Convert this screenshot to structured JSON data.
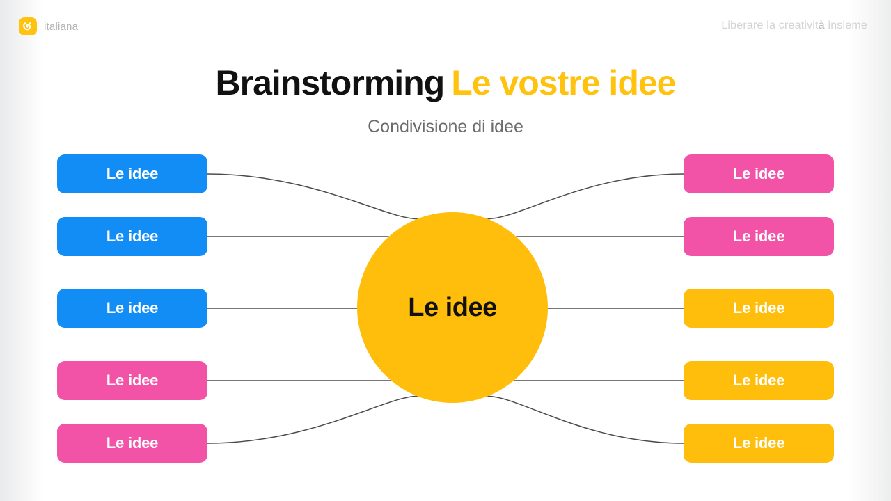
{
  "header": {
    "brand_name": "italiana",
    "logo_icon": "swirl-logo-icon",
    "tagline_pre": "Liberare la creativit",
    "tagline_accent": "à",
    "tagline_post": " insieme"
  },
  "title": {
    "main": "Brainstorming",
    "accent": "Le vostre idee"
  },
  "subtitle": "Condivisione di idee",
  "diagram": {
    "type": "mind-map",
    "center": {
      "label": "Le idee",
      "color": "#FFBE0B",
      "text_color": "#111111"
    },
    "colors": {
      "blue": "#118DF5",
      "pink": "#F353A7",
      "yellow": "#FFBE0B"
    },
    "left_nodes": [
      {
        "label": "Le idee",
        "color": "blue"
      },
      {
        "label": "Le idee",
        "color": "blue"
      },
      {
        "label": "Le idee",
        "color": "blue"
      },
      {
        "label": "Le idee",
        "color": "pink"
      },
      {
        "label": "Le idee",
        "color": "pink"
      }
    ],
    "right_nodes": [
      {
        "label": "Le idee",
        "color": "pink"
      },
      {
        "label": "Le idee",
        "color": "pink"
      },
      {
        "label": "Le idee",
        "color": "yellow"
      },
      {
        "label": "Le idee",
        "color": "yellow"
      },
      {
        "label": "Le idee",
        "color": "yellow"
      }
    ],
    "connector_color": "#4a4a4f"
  }
}
